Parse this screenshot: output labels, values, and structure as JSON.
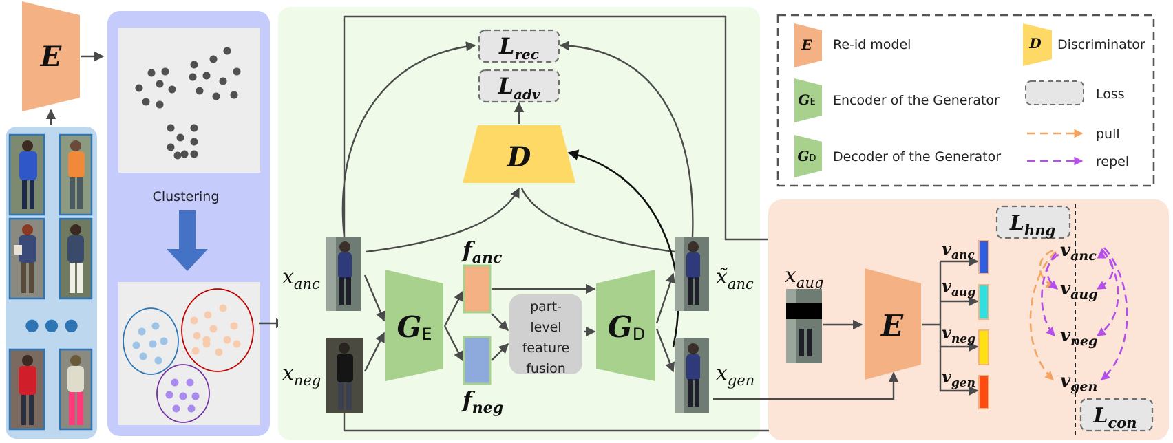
{
  "colors": {
    "reid_model": "#F4B183",
    "cluster_panel": "#C5CBFB",
    "image_panel": "#BDD7EE",
    "generator_panel": "#EFFBE8",
    "generator_block": "#A9D18E",
    "discriminator": "#FFD966",
    "loss_box": "#E6E6E6",
    "reid_panel": "#FCE4D6",
    "pull": "#F4A460",
    "repel": "#B44FE8",
    "cluster_blue": "#2E75B6",
    "cluster_red": "#C00000",
    "cluster_purple": "#7030A0",
    "feature_anc": "#F4B183",
    "feature_neg": "#8EA9DB",
    "fusion_box": "#D0D0D0",
    "v_anc": "#2F5FE0",
    "v_aug": "#30E0E0",
    "v_neg": "#FFE010",
    "v_gen": "#FF4A10"
  },
  "reid_encoder": {
    "label": "E"
  },
  "clustering": {
    "label": "Clustering"
  },
  "image_list": {
    "ellipsis": "● ● ●"
  },
  "generator": {
    "inputs": {
      "anc": {
        "main": "x",
        "sub": "anc"
      },
      "neg": {
        "main": "x",
        "sub": "neg"
      }
    },
    "encoder": {
      "main": "G",
      "sub": "E"
    },
    "decoder": {
      "main": "G",
      "sub": "D"
    },
    "features": {
      "anc": {
        "main": "f",
        "sub": "anc"
      },
      "neg": {
        "main": "f",
        "sub": "neg"
      }
    },
    "fusion": {
      "lines": [
        "part-",
        "level",
        "feature",
        "fusion"
      ]
    },
    "outputs": {
      "anc": {
        "main": "x̃",
        "sub": "anc"
      },
      "gen": {
        "main": "x",
        "sub": "gen"
      }
    },
    "discriminator": {
      "label": "D"
    },
    "losses": {
      "rec": {
        "main": "L",
        "sub": "rec"
      },
      "adv": {
        "main": "L",
        "sub": "adv"
      }
    }
  },
  "reid_branch": {
    "aug_input": {
      "main": "x",
      "sub": "aug"
    },
    "encoder": {
      "label": "E"
    },
    "vectors": [
      {
        "key": "anc",
        "main": "v",
        "sub": "anc"
      },
      {
        "key": "aug",
        "main": "v",
        "sub": "aug"
      },
      {
        "key": "neg",
        "main": "v",
        "sub": "neg"
      },
      {
        "key": "gen",
        "main": "v",
        "sub": "gen"
      }
    ],
    "hng_loss": {
      "main": "L",
      "sub": "hng"
    },
    "con_loss": {
      "main": "L",
      "sub": "con"
    }
  },
  "legend": {
    "reid_model": {
      "icon": "E",
      "label": "Re-id model"
    },
    "discriminator": {
      "icon": "D",
      "label": "Discriminator"
    },
    "encoder": {
      "icon_main": "G",
      "icon_sub": "E",
      "label": "Encoder of the Generator"
    },
    "decoder": {
      "icon_main": "G",
      "icon_sub": "D",
      "label": "Decoder of the Generator"
    },
    "loss": {
      "label": "Loss"
    },
    "pull": {
      "label": "pull"
    },
    "repel": {
      "label": "repel"
    }
  }
}
